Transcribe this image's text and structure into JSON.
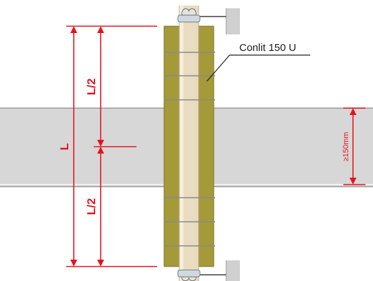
{
  "callout": {
    "product_label": "Conlit 150 U"
  },
  "dimensions": {
    "total_length": "L",
    "upper_half": "L/2",
    "lower_half": "L/2",
    "slab_thickness": "≥150mm"
  },
  "colors": {
    "dimension_red": "#e3141f",
    "insulation_olive": "#a49a3a",
    "pipe_beige": "#e9dcc0",
    "slab_grey": "#d7d7d7",
    "bracket_grey": "#c9c9c9"
  }
}
